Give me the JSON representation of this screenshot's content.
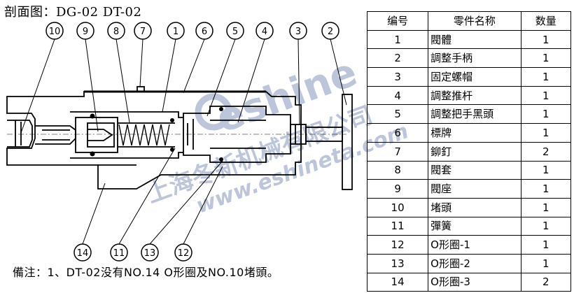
{
  "title": "剖面图：DG-02 DT-02",
  "note": "備注：1、DT-02没有NO.14 O形圈及NO.10堵頭。",
  "watermark": {
    "brand": "eshine",
    "company": "上海冬新机械有限公司",
    "url": "www.eshineta.com"
  },
  "callouts": [
    "10",
    "9",
    "8",
    "7",
    "1",
    "6",
    "5",
    "4",
    "3",
    "2",
    "14",
    "11",
    "13",
    "12"
  ],
  "table": {
    "headers": {
      "no": "编号",
      "name": "零件名称",
      "qty": "数量"
    },
    "rows": [
      {
        "no": "1",
        "name": "閥體",
        "qty": "1"
      },
      {
        "no": "2",
        "name": "調整手柄",
        "qty": "1"
      },
      {
        "no": "3",
        "name": "固定螺帽",
        "qty": "1"
      },
      {
        "no": "4",
        "name": "調整推杆",
        "qty": "1"
      },
      {
        "no": "5",
        "name": "調整把手黑頭",
        "qty": "1"
      },
      {
        "no": "6",
        "name": "標牌",
        "qty": "1"
      },
      {
        "no": "7",
        "name": "鉚釘",
        "qty": "2"
      },
      {
        "no": "8",
        "name": "閥套",
        "qty": "1"
      },
      {
        "no": "9",
        "name": "閥座",
        "qty": "1"
      },
      {
        "no": "10",
        "name": "堵頭",
        "qty": "1"
      },
      {
        "no": "11",
        "name": "彈簧",
        "qty": "1"
      },
      {
        "no": "12",
        "name": "O形圈-1",
        "qty": "1"
      },
      {
        "no": "13",
        "name": "O形圈-2",
        "qty": "1"
      },
      {
        "no": "14",
        "name": "O形圈-3",
        "qty": "2"
      }
    ]
  },
  "colors": {
    "line": "#000000",
    "watermark": "#6f7fb0"
  }
}
